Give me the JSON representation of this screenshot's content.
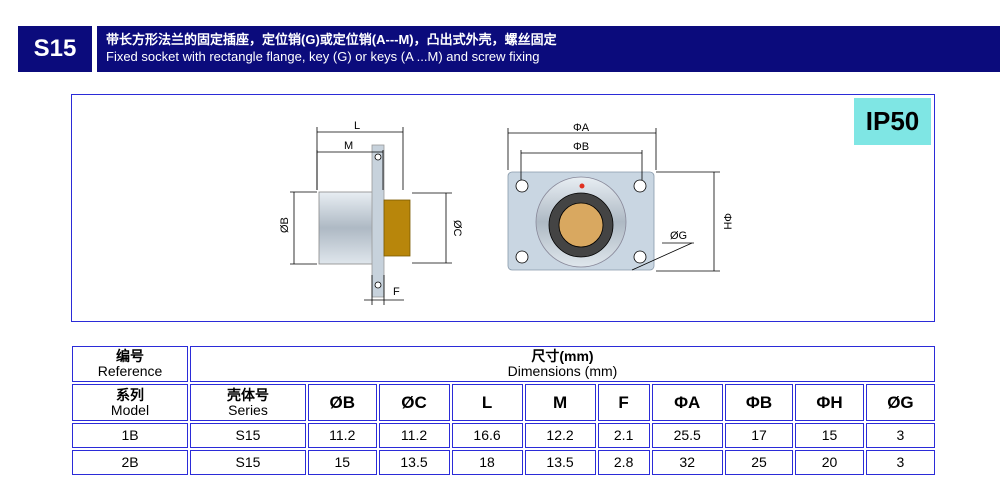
{
  "header": {
    "code": "S15",
    "title_cn": "带长方形法兰的固定插座，定位销(G)或定位销(A---M)，凸出式外壳，螺丝固定",
    "title_en": "Fixed socket with rectangle flange, key (G) or keys (A ...M) and screw fixing"
  },
  "drawing": {
    "ip_rating": "IP50",
    "side_labels": {
      "L": "L",
      "M": "M",
      "B": "ØB",
      "C": "ØC",
      "F": "F"
    },
    "front_labels": {
      "A": "ΦA",
      "B": "ΦB",
      "H": "ΦH",
      "G": "ØG"
    }
  },
  "table": {
    "reference_cn": "编号",
    "reference_en": "Reference",
    "dimensions_cn": "尺寸(mm)",
    "dimensions_en": "Dimensions (mm)",
    "model_cn": "系列",
    "model_en": "Model",
    "series_cn": "壳体号",
    "series_en": "Series",
    "columns": [
      "ØB",
      "ØC",
      "L",
      "M",
      "F",
      "ΦA",
      "ΦB",
      "ΦH",
      "ØG"
    ],
    "rows": [
      {
        "model": "1B",
        "series": "S15",
        "values": [
          "11.2",
          "11.2",
          "16.6",
          "12.2",
          "2.1",
          "25.5",
          "17",
          "15",
          "3"
        ]
      },
      {
        "model": "2B",
        "series": "S15",
        "values": [
          "15",
          "13.5",
          "18",
          "13.5",
          "2.8",
          "32",
          "25",
          "20",
          "3"
        ]
      }
    ]
  }
}
